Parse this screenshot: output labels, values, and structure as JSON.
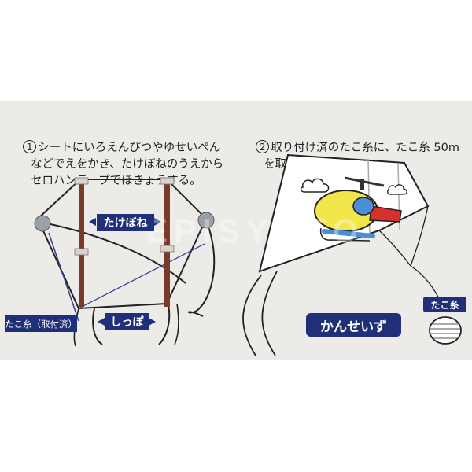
{
  "step1": {
    "number": "1",
    "lines": [
      "シートにいろえんぴつやゆせいぺん",
      "などでえをかき、たけぼねのうえから",
      "セロハンテープでほきょうする。"
    ]
  },
  "step2": {
    "number": "2",
    "lines": [
      "取り付け済のたこ糸に、たこ糸 50m",
      "を取り付ける。"
    ]
  },
  "labels": {
    "bamboo": "たけぼね",
    "tail": "しっぽ",
    "string_attached": "たこ糸（取付済）",
    "completed": "かんせいず",
    "kite_string": "たこ糸"
  },
  "watermark": "EPISYOTO",
  "colors": {
    "panel_bg": "#ecebe8",
    "label_bg": "#1f2f78",
    "bamboo": "#7a3a2a",
    "heli_yellow": "#f2e64a",
    "heli_red": "#d8312b",
    "heli_blue": "#4a8ed8"
  }
}
